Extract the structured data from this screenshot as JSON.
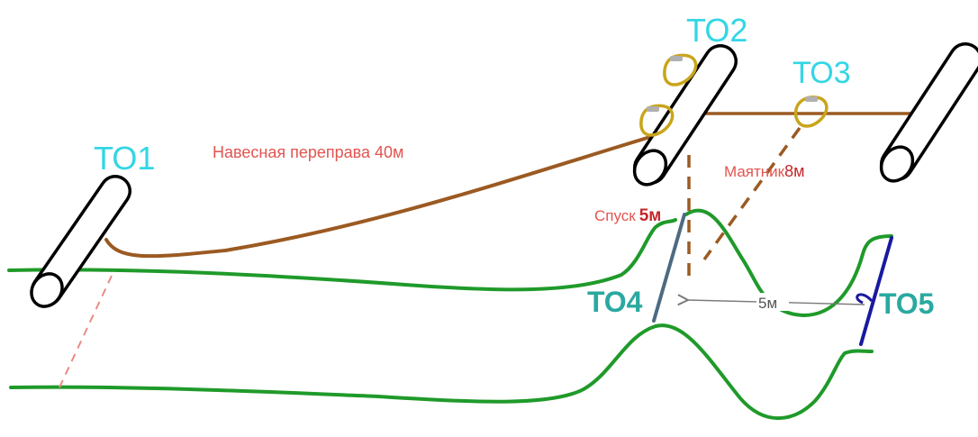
{
  "points": {
    "to1": "ТО1",
    "to2": "ТО2",
    "to3": "ТО3",
    "to4": "ТО4",
    "to5": "ТО5"
  },
  "labels": {
    "traverse": "Навесная переправа 40м",
    "pendulum_word": "Маятник",
    "pendulum_value": "8м",
    "descent_word": "Спуск",
    "descent_value": "5м",
    "gap": "5м"
  },
  "colors": {
    "stage_label": "#33d6e6",
    "stage_label_dark": "#2aa9a0",
    "caption": "#e2544f",
    "caption_value": "#c4262a",
    "rope": "#9b5a22",
    "terrain": "#1f9a2a",
    "blue_rope": "#1919a0",
    "grey_rope": "#4d6a82",
    "carabiner": "#c9a51a",
    "gap_arrow": "#7a7a7a",
    "dash_red": "#e88b85"
  }
}
